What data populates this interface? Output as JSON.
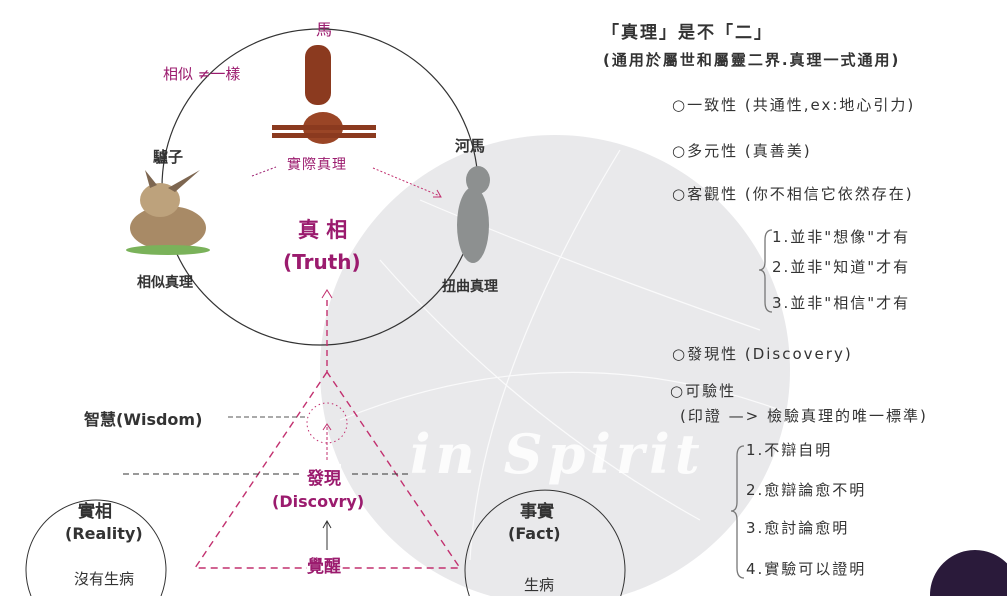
{
  "colors": {
    "accent": "#9b1b6e",
    "line": "#333333",
    "bg_globe": "#e9e9eb"
  },
  "watermark": "in Spirit",
  "circle": {
    "horse_label": "馬",
    "similar_label": "相似 ≠一樣",
    "actual_truth": "實際真理",
    "donkey_label": "驢子",
    "donkey_caption": "相似真理",
    "hippo_label": "河馬",
    "hippo_caption": "扭曲真理",
    "center_title": "真 相",
    "center_sub": "(Truth)"
  },
  "triangle": {
    "wisdom": "智慧(Wisdom)",
    "discovery": "發現",
    "discovery_en": "(Discovry)",
    "awaken": "覺醒"
  },
  "reality": {
    "title": "實相",
    "en": "(Reality)",
    "text": "沒有生病"
  },
  "fact": {
    "title": "事實",
    "en": "(Fact)",
    "text": "生病"
  },
  "right": {
    "title": "「真理」是不「二」",
    "subtitle": "(通用於屬世和屬靈二界.真理一式通用)",
    "items": [
      "○一致性 (共通性,ex:地心引力)",
      "○多元性 (真善美)",
      "○客觀性 (你不相信它依然存在)"
    ],
    "objective_sub": [
      "1.並非\"想像\"才有",
      "2.並非\"知道\"才有",
      "3.並非\"相信\"才有"
    ],
    "discovery": "○發現性 (Discovery)",
    "verifiable": "○可驗性",
    "verifiable_note": "(印證 —> 檢驗真理的唯一標準)",
    "verifiable_sub": [
      "1.不辯自明",
      "2.愈辯論愈不明",
      "3.愈討論愈明",
      "4.實驗可以證明"
    ]
  }
}
